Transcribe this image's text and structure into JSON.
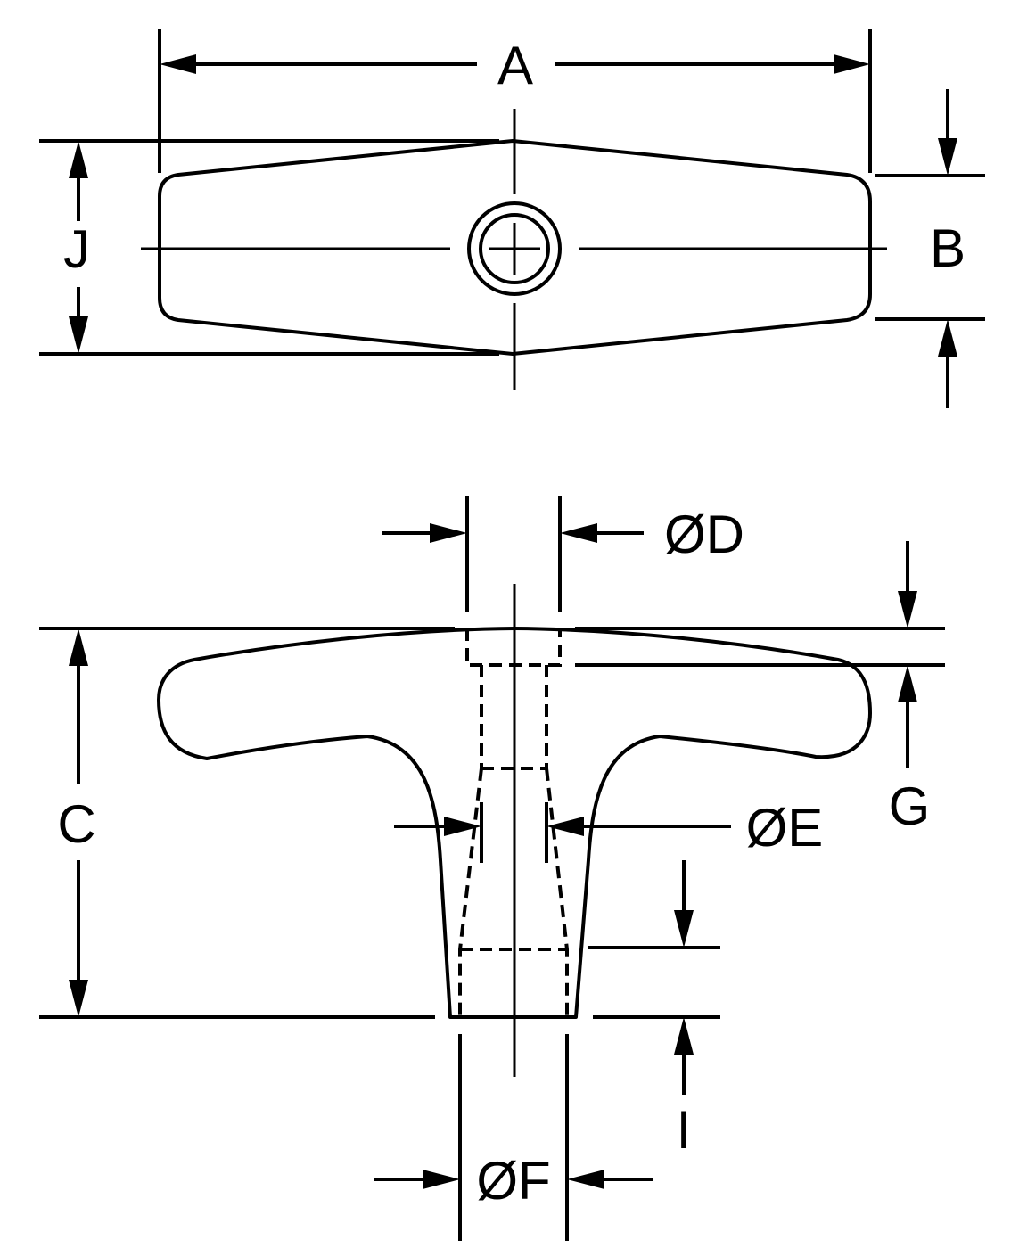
{
  "diagram": {
    "labels": {
      "a": "A",
      "b": "B",
      "j": "J",
      "d": "ØD",
      "c": "C",
      "g": "G",
      "e": "ØE",
      "i": "I",
      "f": "ØF"
    }
  }
}
